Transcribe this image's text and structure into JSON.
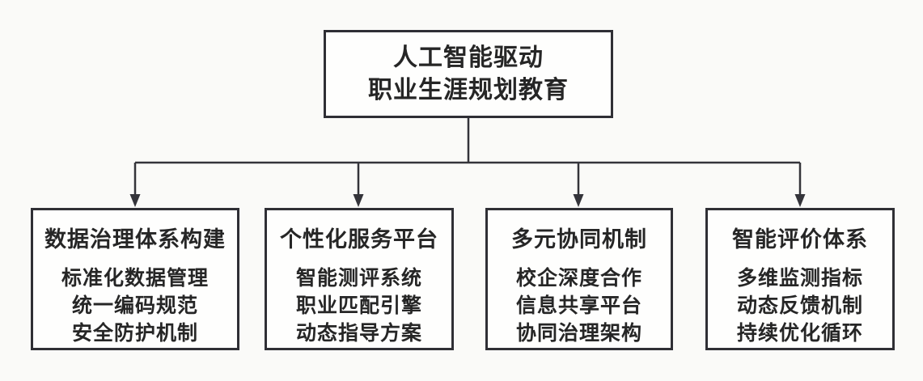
{
  "root": {
    "line1": "人工智能驱动",
    "line2": "职业生涯规划教育"
  },
  "branches": [
    {
      "title": "数据治理体系构建",
      "items": [
        "标准化数据管理",
        "统一编码规范",
        "安全防护机制"
      ]
    },
    {
      "title": "个性化服务平台",
      "items": [
        "智能测评系统",
        "职业匹配引擎",
        "动态指导方案"
      ]
    },
    {
      "title": "多元协同机制",
      "items": [
        "校企深度合作",
        "信息共享平台",
        "协同治理架构"
      ]
    },
    {
      "title": "智能评价体系",
      "items": [
        "多维监测指标",
        "动态反馈机制",
        "持续优化循环"
      ]
    }
  ],
  "colors": {
    "line": "#34343a",
    "border": "#2f2f35",
    "text": "#262626",
    "background": "#fafaf8",
    "box_fill": "#fefefd"
  }
}
